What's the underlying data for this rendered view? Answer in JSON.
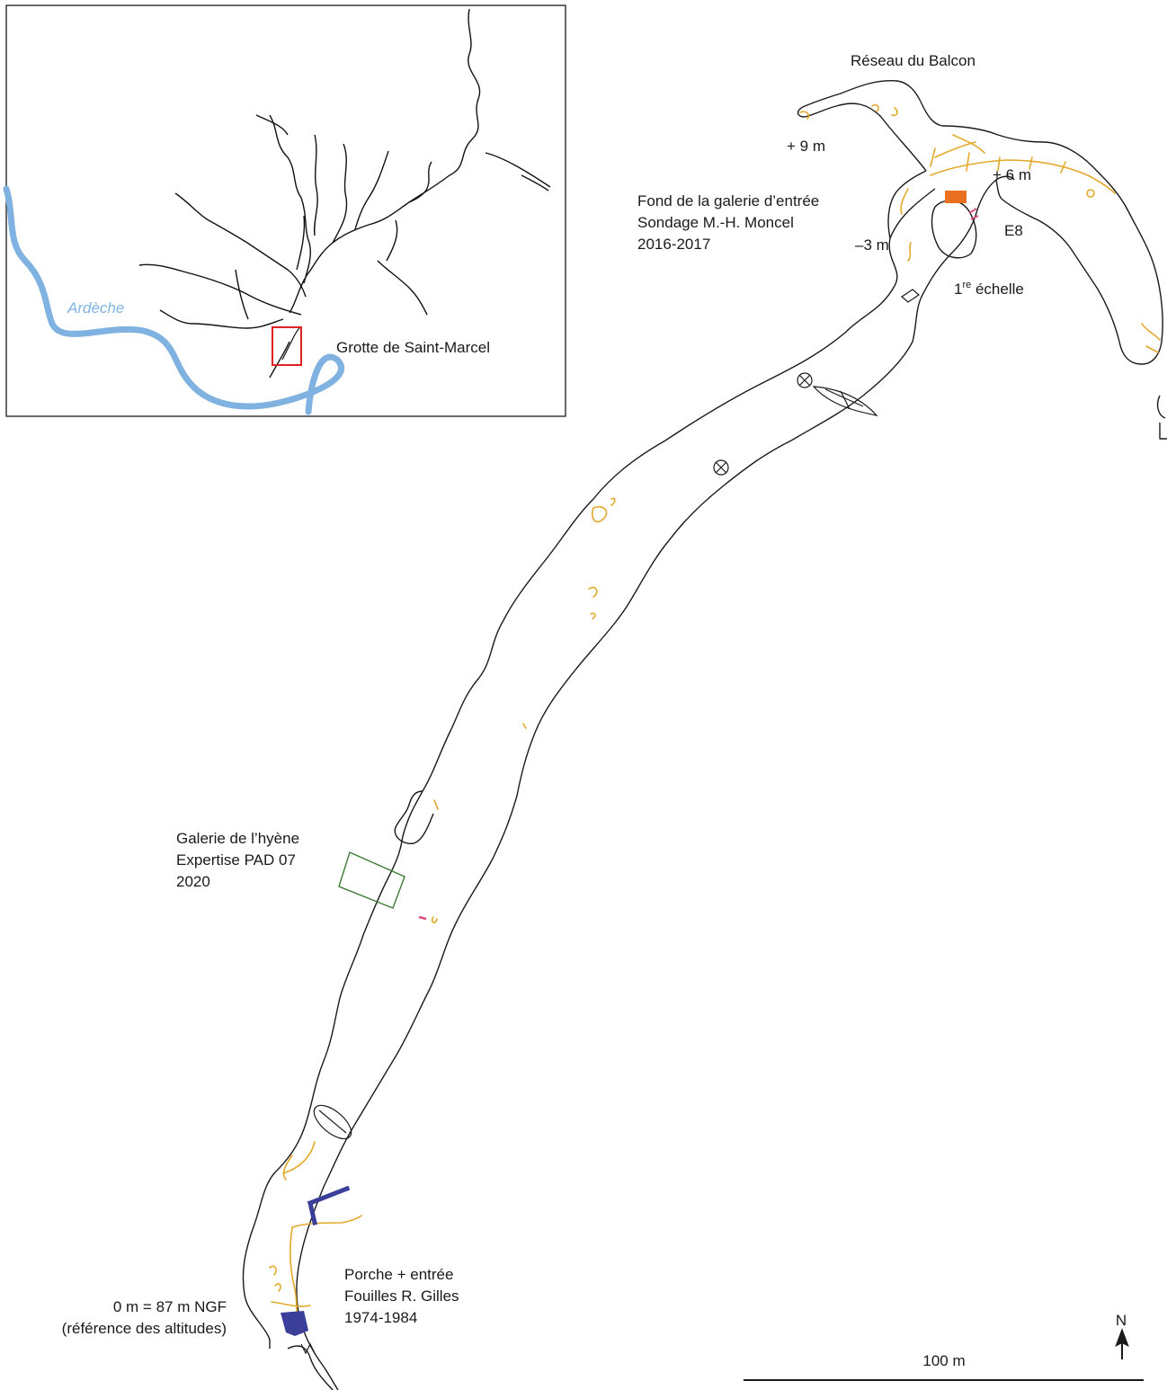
{
  "inset": {
    "river_label": "Ardèche",
    "cave_label": "Grotte de Saint-Marcel",
    "river_color": "#7fb2e0",
    "highlight_color": "#e0211f"
  },
  "labels": {
    "balcon": "Réseau du Balcon",
    "plus9": "+ 9 m",
    "plus6": "+ 6 m",
    "minus3": "–3 m",
    "e8": "E8",
    "echelle_num": "1",
    "echelle_sup": "re",
    "echelle_word": " échelle",
    "fond_line1": "Fond de la galerie d’entrée",
    "fond_line2": "Sondage M.-H. Moncel",
    "fond_line3": "2016-2017",
    "hyene_line1": "Galerie de l’hyène",
    "hyene_line2": "Expertise PAD 07",
    "hyene_line3": "2020",
    "porche_line1": "Porche + entrée",
    "porche_line2": "Fouilles R. Gilles",
    "porche_line3": "1974-1984",
    "ref_line1": "0 m = 87 m NGF",
    "ref_line2": "(référence des altitudes)",
    "north": "N",
    "scale": "100 m"
  },
  "colors": {
    "wall": "#1a1a1a",
    "features": "#e3a92b",
    "sondage": "#e8701e",
    "fouilles": "#3b3f9a",
    "expertise": "#3d7a34",
    "marker": "#d9527a"
  }
}
